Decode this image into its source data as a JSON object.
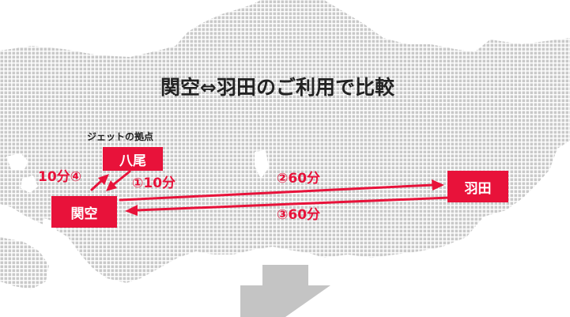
{
  "title": "関空⇔羽田のご利用で比較",
  "jet_base_label": "ジェットの拠点",
  "locations": {
    "yao": "八尾",
    "kansai": "関空",
    "haneda": "羽田"
  },
  "legs": {
    "leg1": "①10分",
    "leg2": "②60分",
    "leg3": "③60分",
    "leg4": "10分④"
  },
  "colors": {
    "accent": "#e8123a",
    "map_dot": "#c9c9c9",
    "down_arrow": "#c4c4c4"
  },
  "icons": {
    "down_arrow": "down-arrow-icon"
  }
}
